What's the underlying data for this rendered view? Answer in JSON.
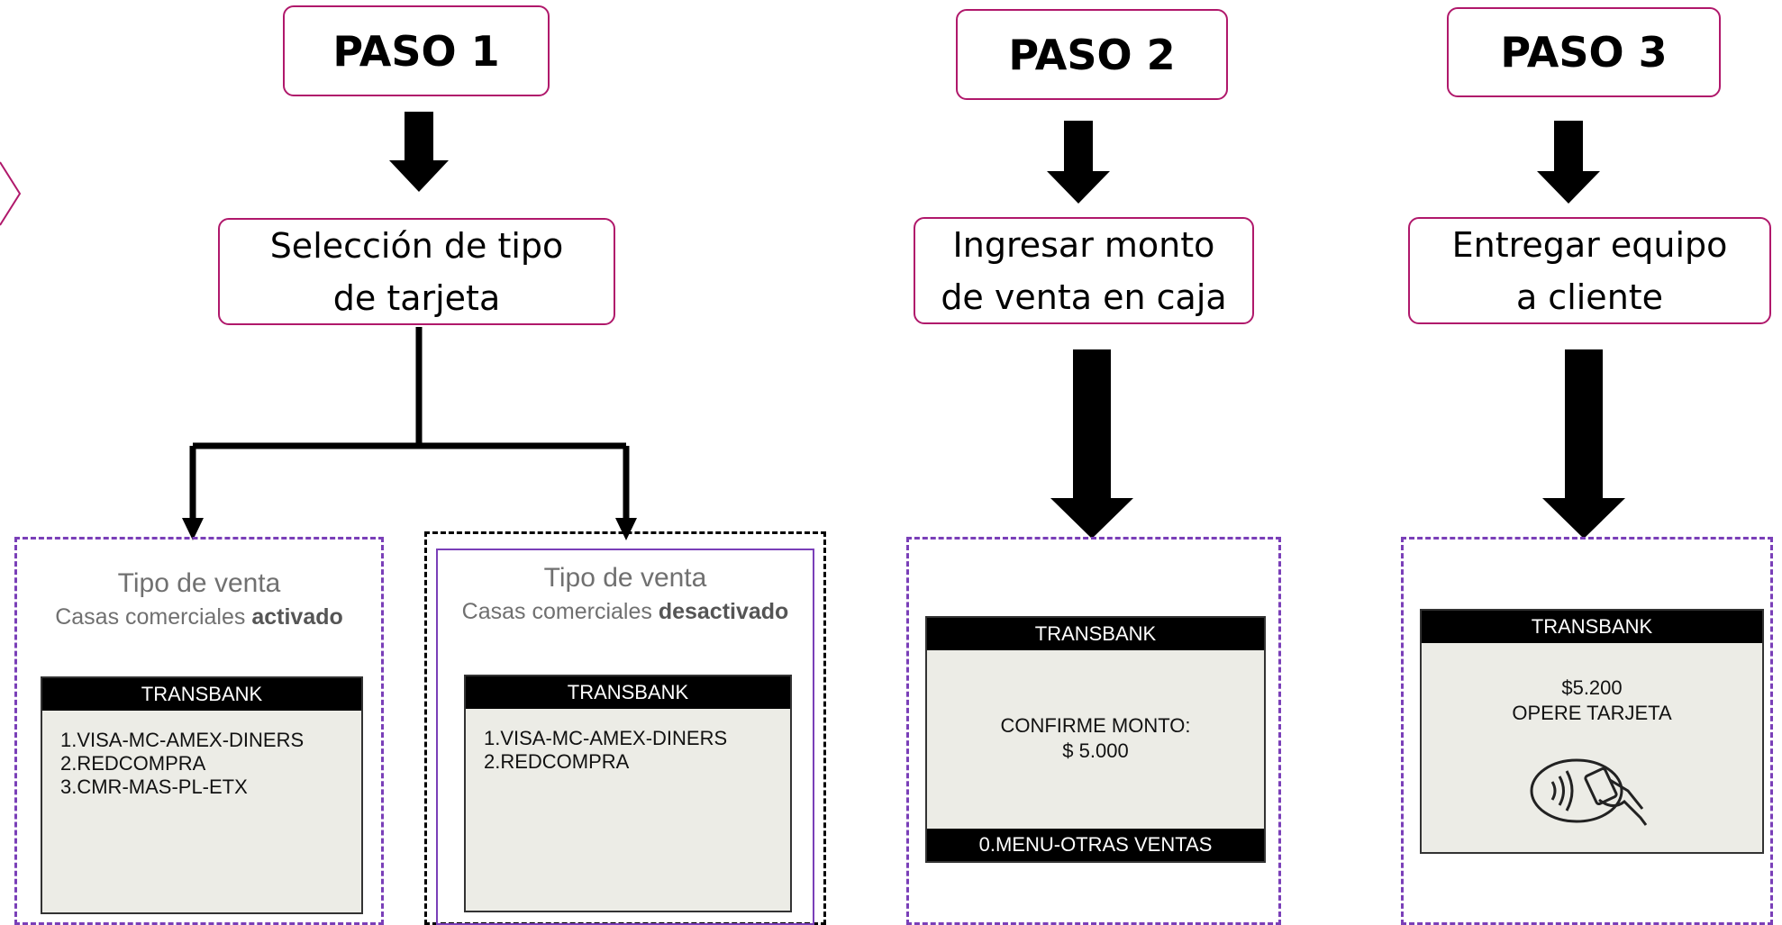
{
  "steps": [
    {
      "label": "PASO 1"
    },
    {
      "label": "PASO 2"
    },
    {
      "label": "PASO 3"
    }
  ],
  "nodes": {
    "seleccion": "Selección de tipo\nde tarjeta",
    "ingresar": "Ingresar monto\nde venta en caja",
    "entregar": "Entregar equipo\na cliente"
  },
  "panels": {
    "activado": {
      "title": "Tipo de venta",
      "sub_prefix": "Casas comerciales",
      "sub_status": "activado",
      "screen": {
        "header": "TRANSBANK",
        "lines": [
          "1.VISA-MC-AMEX-DINERS",
          "2.REDCOMPRA",
          "3.CMR-MAS-PL-ETX"
        ]
      }
    },
    "desactivado": {
      "title": "Tipo de venta",
      "sub_prefix": "Casas comerciales",
      "sub_status": "desactivado",
      "screen": {
        "header": "TRANSBANK",
        "lines": [
          "1.VISA-MC-AMEX-DINERS",
          "2.REDCOMPRA"
        ]
      }
    },
    "confirmar": {
      "screen": {
        "header": "TRANSBANK",
        "line1": "CONFIRME MONTO:",
        "line2": "$ 5.000",
        "footer": "0.MENU-OTRAS VENTAS"
      }
    },
    "operar": {
      "screen": {
        "header": "TRANSBANK",
        "line1": "$5.200",
        "line2": "OPERE TARJETA",
        "icon": "contactless-card-icon"
      }
    }
  },
  "colors": {
    "box_border": "#b0186b",
    "panel_dash": "#7a3fb8",
    "arrow": "#000000"
  }
}
